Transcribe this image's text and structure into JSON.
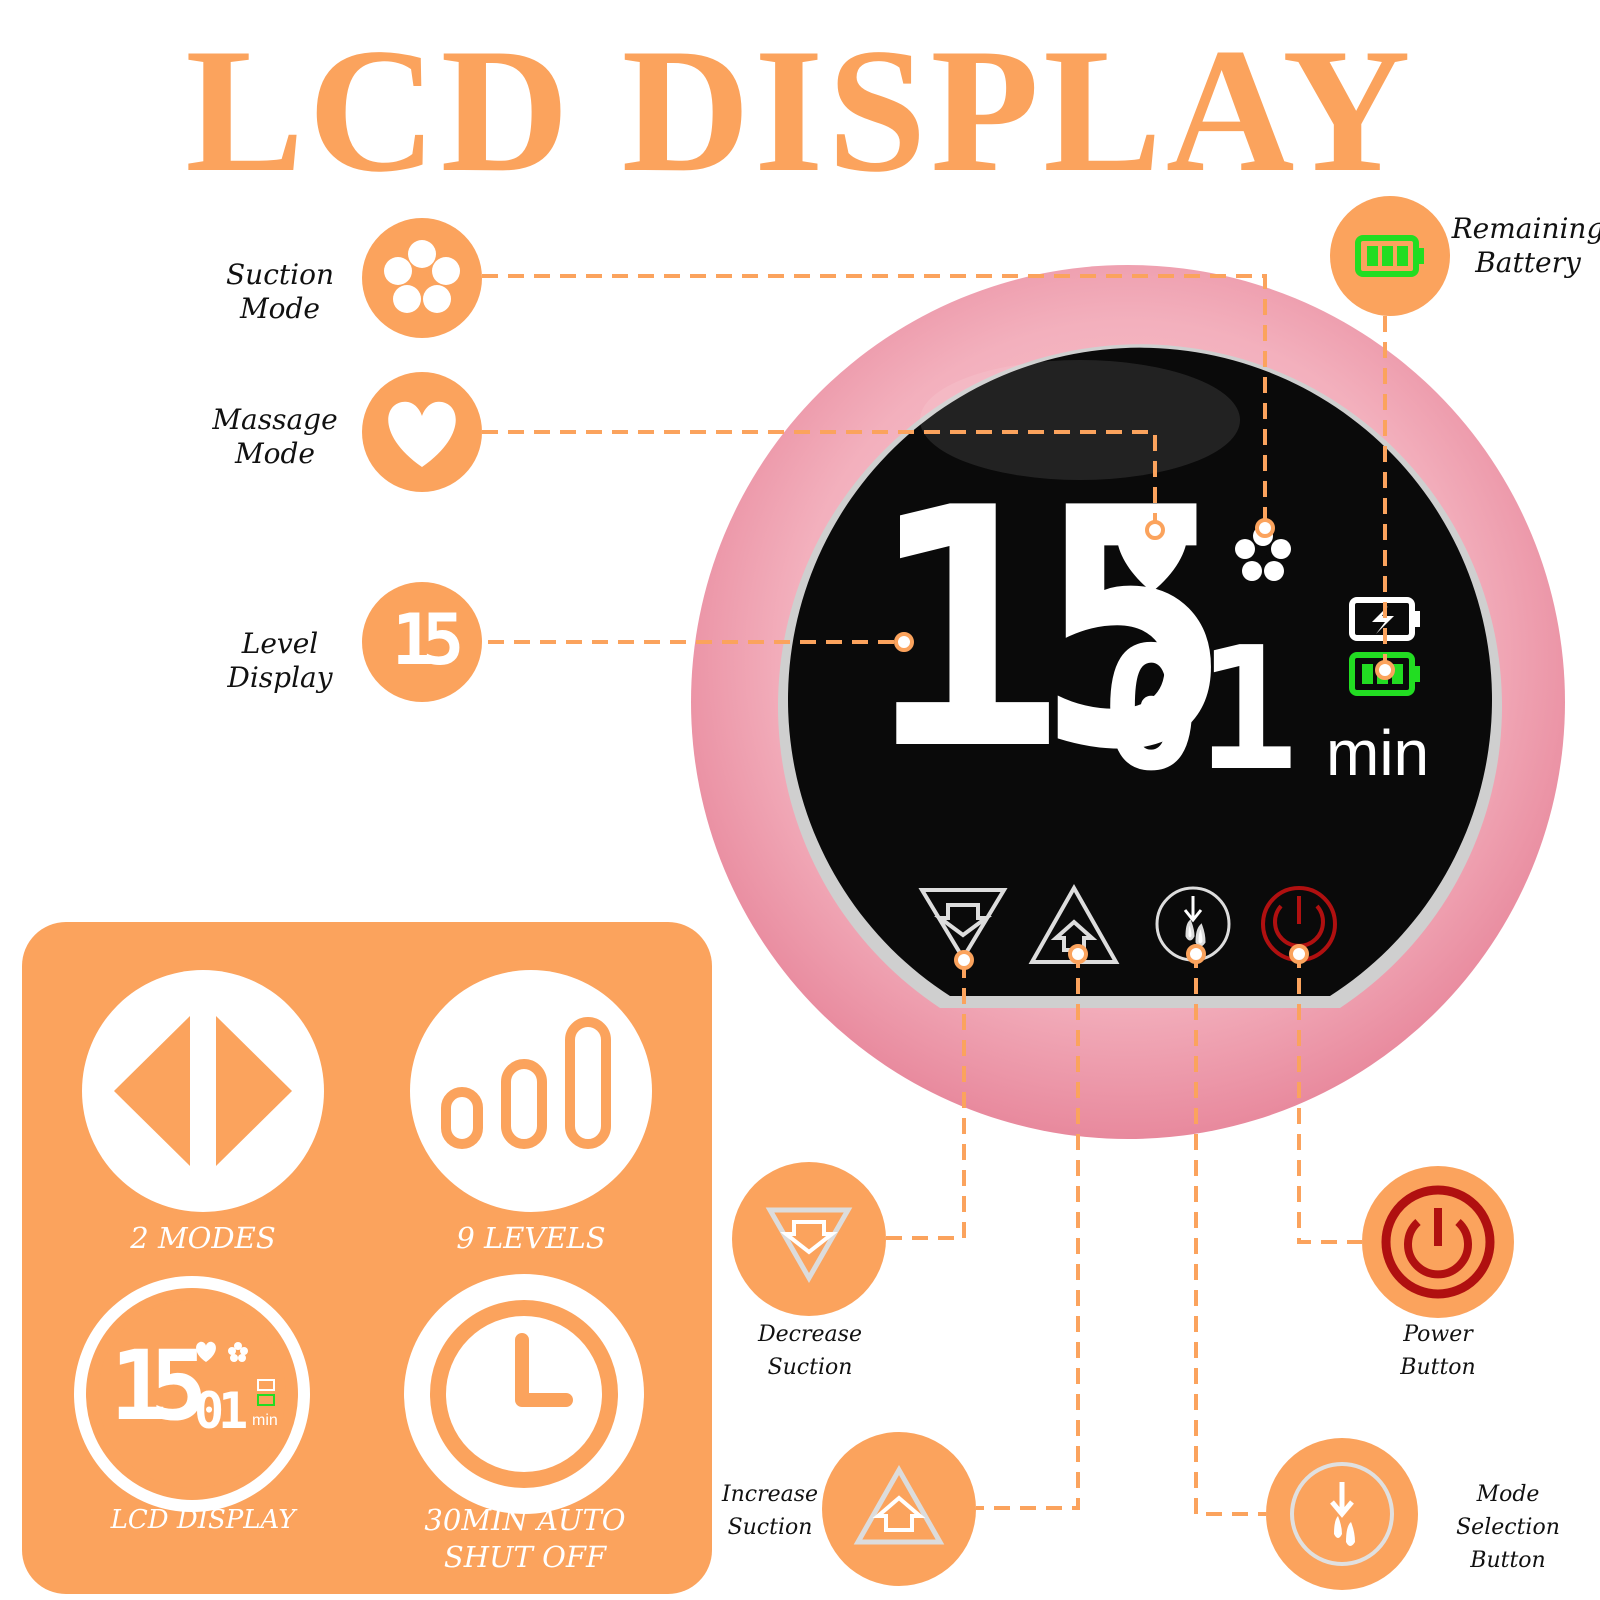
{
  "title": "LCD DISPLAY",
  "labels": {
    "suction_mode": [
      "Suction",
      "Mode"
    ],
    "massage_mode": [
      "Massage",
      "Mode"
    ],
    "level_display": [
      "Level",
      "Display"
    ],
    "remaining_battery": [
      "Remaining",
      "Battery"
    ],
    "decrease_suction": [
      "Decrease",
      "Suction"
    ],
    "increase_suction": [
      "Increase",
      "Suction"
    ],
    "power_button": [
      "Power",
      "Button"
    ],
    "mode_selection": [
      "Mode",
      "Selection Button"
    ]
  },
  "screen": {
    "level": "15",
    "minutes": "01",
    "unit": "min"
  },
  "icon_level_text": "15",
  "features": {
    "modes": "2 MODES",
    "levels": "9 LEVELS",
    "lcd": "LCD DISPLAY",
    "auto_off": [
      "30MIN AUTO",
      "SHUT OFF"
    ]
  },
  "feature_mini": {
    "level": "15",
    "minutes": "01",
    "unit": "min"
  },
  "colors": {
    "accent": "#fba35d",
    "battery_green": "#22dd22",
    "power_red": "#b01010",
    "screen": "#0a0a0a",
    "bezel": "#f1aab8"
  },
  "icons": [
    "flower-icon",
    "heart-icon",
    "battery-icon",
    "decrease-icon",
    "increase-icon",
    "mode-icon",
    "power-icon",
    "arrows-icon",
    "bars-icon",
    "clock-icon"
  ]
}
